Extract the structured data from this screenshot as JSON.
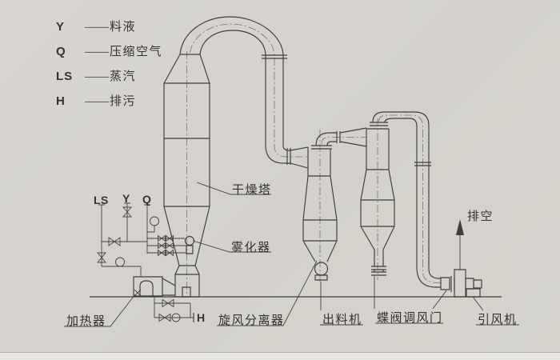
{
  "legend": {
    "dash": "——",
    "items": [
      {
        "symbol": "Y",
        "term": "料液"
      },
      {
        "symbol": "Q",
        "term": "压缩空气"
      },
      {
        "symbol": "LS",
        "term": "蒸汽"
      },
      {
        "symbol": "H",
        "term": "排污"
      }
    ]
  },
  "stream_labels": {
    "ls": "LS",
    "y": "Y",
    "q": "Q",
    "h": "H"
  },
  "equipment_labels": {
    "drying_tower": "干燥塔",
    "atomizer": "雾化器",
    "heater": "加热器",
    "cyclone_separator": "旋风分离器",
    "discharge_machine": "出料机",
    "butterfly_damper": "蝶阀调风门",
    "induced_draft_fan": "引风机",
    "exhaust": "排空"
  },
  "colors": {
    "paper": "#d5d2cd",
    "line": "#3f3e3a",
    "text": "#35332f"
  }
}
